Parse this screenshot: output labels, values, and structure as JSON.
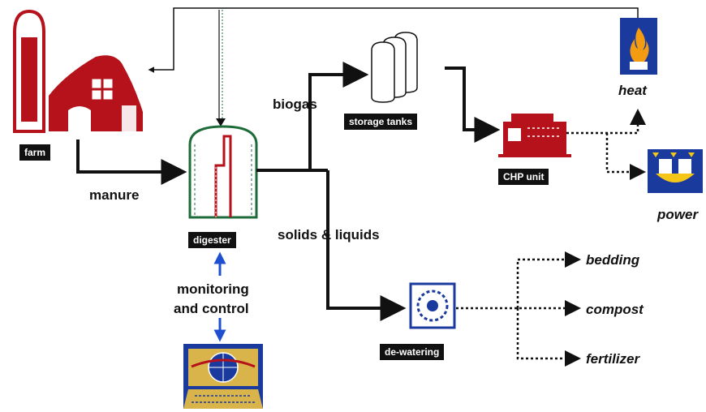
{
  "labels": {
    "farm": "farm",
    "manure": "manure",
    "digester": "digester",
    "biogas": "biogas",
    "storage_tanks": "storage tanks",
    "chp_unit": "CHP unit",
    "heat": "heat",
    "power": "power",
    "solids_liquids": "solids & liquids",
    "de_watering": "de-watering",
    "monitoring": "monitoring",
    "and_control": "and control",
    "bedding": "bedding",
    "compost": "compost",
    "fertilizer": "fertilizer"
  },
  "colors": {
    "barn_red": "#b5121b",
    "digester_green": "#1e6b3a",
    "icon_blue": "#1a3a9e",
    "flame_orange": "#f39c12",
    "arrow_blue": "#1f4fd1",
    "line": "#111111"
  },
  "icons": [
    "barn-icon",
    "silo-icon",
    "digester-tank-icon",
    "storage-tanks-icon",
    "chp-engine-icon",
    "flame-icon",
    "power-icon",
    "dewatering-icon",
    "computer-icon"
  ]
}
